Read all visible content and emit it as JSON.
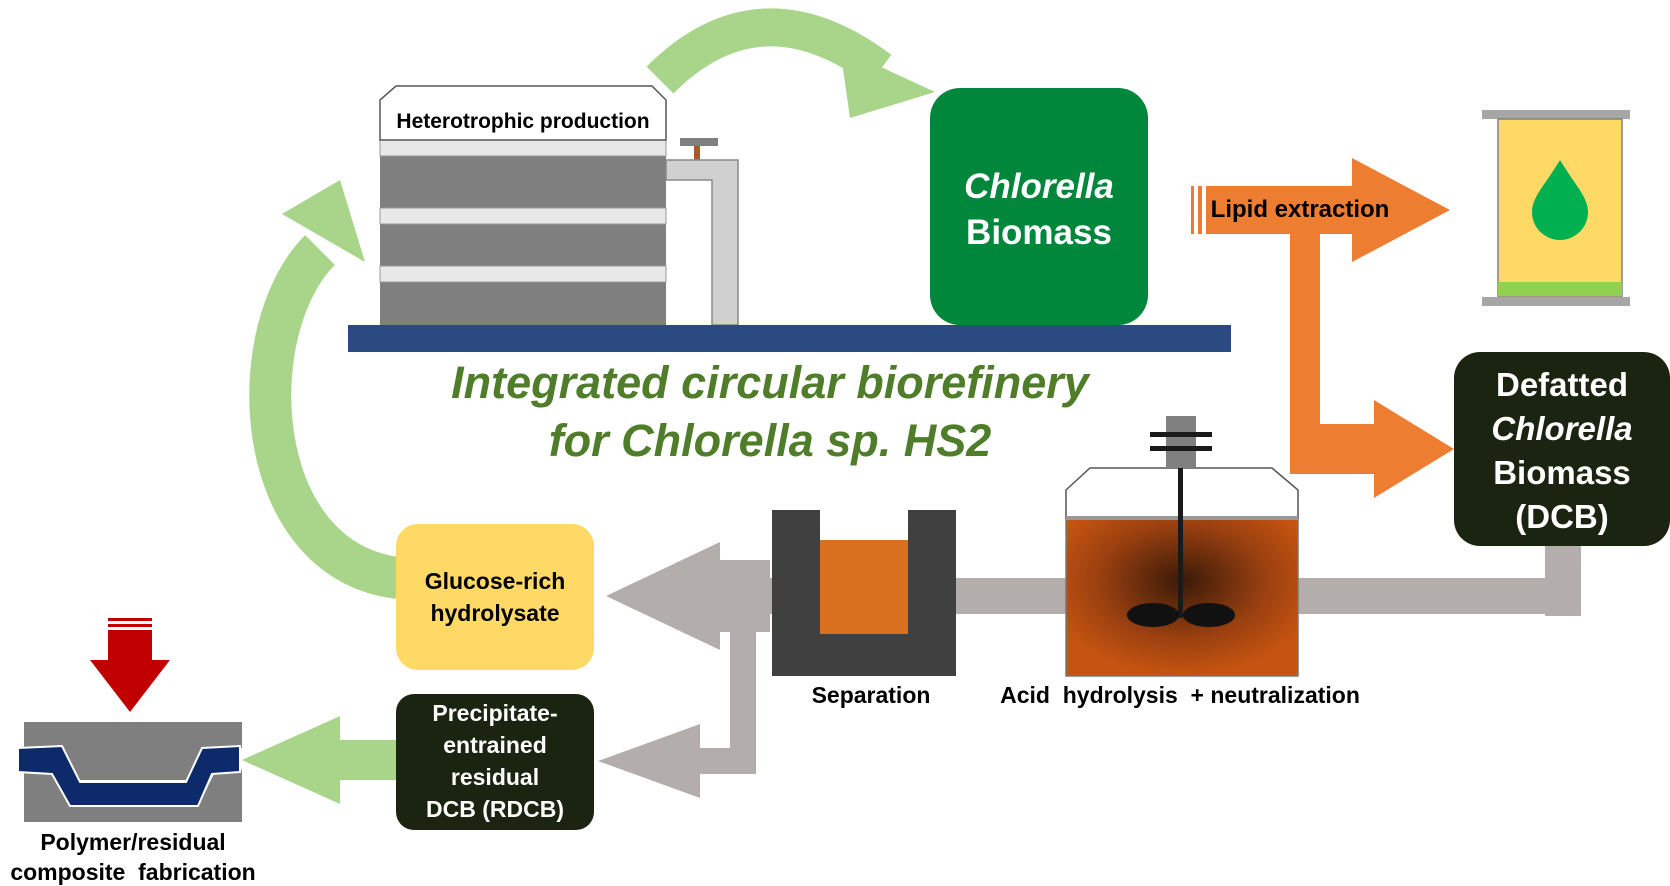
{
  "diagram": {
    "title_line1": "Integrated circular biorefinery",
    "title_line2": "for Chlorella sp. HS2",
    "fermenter_label": "Heterotrophic production",
    "biomass_line1": "Chlorella",
    "biomass_line2": "Biomass",
    "lipid_label": "Lipid extraction",
    "dcb_line1": "Defatted",
    "dcb_line2": "Chlorella",
    "dcb_line3": "Biomass",
    "dcb_line4": "(DCB)",
    "glucose_line1": "Glucose-rich",
    "glucose_line2": "hydrolysate",
    "rdcb_line1": "Precipitate-",
    "rdcb_line2": "entrained",
    "rdcb_line3": "residual",
    "rdcb_line4": "DCB (RDCB)",
    "separation_label": "Separation",
    "acid_label": "Acid  hydrolysis  + neutralization",
    "composite_line1": "Polymer/residual",
    "composite_line2": "composite  fabrication"
  },
  "colors": {
    "light_green": "#a8d58a",
    "dark_green_box": "#00873c",
    "dark_box": "#1a2410",
    "title_green": "#4f7d2a",
    "orange": "#ed7d31",
    "yellow": "#fcd76a",
    "gray_arrow": "#b3adab",
    "navy": "#2c4a82",
    "red": "#c00000",
    "blue_polymer": "#0d2a6b"
  }
}
